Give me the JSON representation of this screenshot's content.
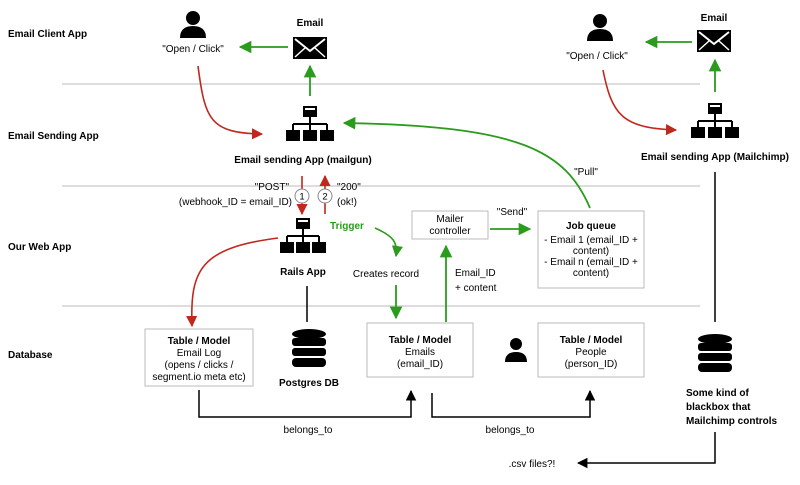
{
  "lanes": {
    "email_client": "Email Client App",
    "email_sending": "Email Sending App",
    "our_web_app": "Our Web App",
    "database": "Database"
  },
  "left": {
    "email_label": "Email",
    "open_click": "\"Open / Click\"",
    "sending_app": "Email sending App (mailgun)",
    "post_label": "\"POST\"",
    "post_sub": "(webhook_ID = email_ID)",
    "step1": "1",
    "step2": "2",
    "status_200": "\"200\"",
    "status_ok": "(ok!)",
    "trigger": "Trigger",
    "rails_app": "Rails App",
    "postgres": "Postgres DB"
  },
  "right": {
    "email_label": "Email",
    "open_click": "\"Open / Click\"",
    "sending_app": "Email sending App (Mailchimp)",
    "pull": "\"Pull\"",
    "blackbox_1": "Some kind of",
    "blackbox_2": "blackbox that",
    "blackbox_3": "Mailchimp controls",
    "csv": ".csv files?!"
  },
  "middle": {
    "mailer_1": "Mailer",
    "mailer_2": "controller",
    "send": "\"Send\"",
    "job_title": "Job queue",
    "job_l1": "- Email 1 (email_ID +",
    "job_l2": "content)",
    "job_l3": "- Email n (email_ID +",
    "job_l4": "content)",
    "creates_record": "Creates record",
    "email_id": "Email_ID",
    "plus_content": "+ content"
  },
  "tables": {
    "email_log": {
      "title": "Table / Model",
      "l1": "Email Log",
      "l2": "(opens / clicks /",
      "l3": "segment.io meta etc)"
    },
    "emails": {
      "title": "Table / Model",
      "l1": "Emails",
      "l2": "(email_ID)"
    },
    "people": {
      "title": "Table / Model",
      "l1": "People",
      "l2": "(person_ID)"
    }
  },
  "relations": {
    "belongs_to_1": "belongs_to",
    "belongs_to_2": "belongs_to"
  },
  "colors": {
    "green": "#2a9b1c",
    "red": "#c0281e",
    "line": "#bbbbbb"
  }
}
